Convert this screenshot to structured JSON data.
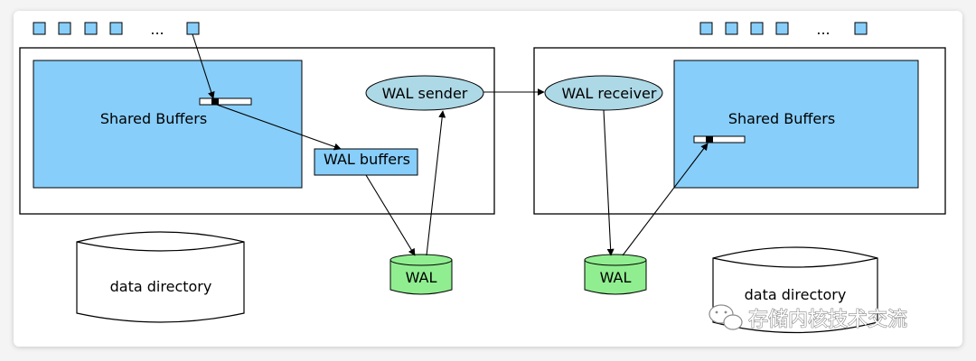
{
  "labels": {
    "ellipsis": "...",
    "shared_buffers": "Shared Buffers",
    "wal_buffers": "WAL buffers",
    "wal_sender": "WAL sender",
    "wal_receiver": "WAL receiver",
    "wal": "WAL",
    "data_directory": "data directory"
  },
  "watermark": {
    "text": "存储内核技术交流",
    "icon": "wechat-icon"
  },
  "colors": {
    "buffer_blue": "#87cefa",
    "ellipse_blue": "#add8e6",
    "wal_green": "#90ee90",
    "line": "#000000",
    "background": "#ffffff"
  }
}
